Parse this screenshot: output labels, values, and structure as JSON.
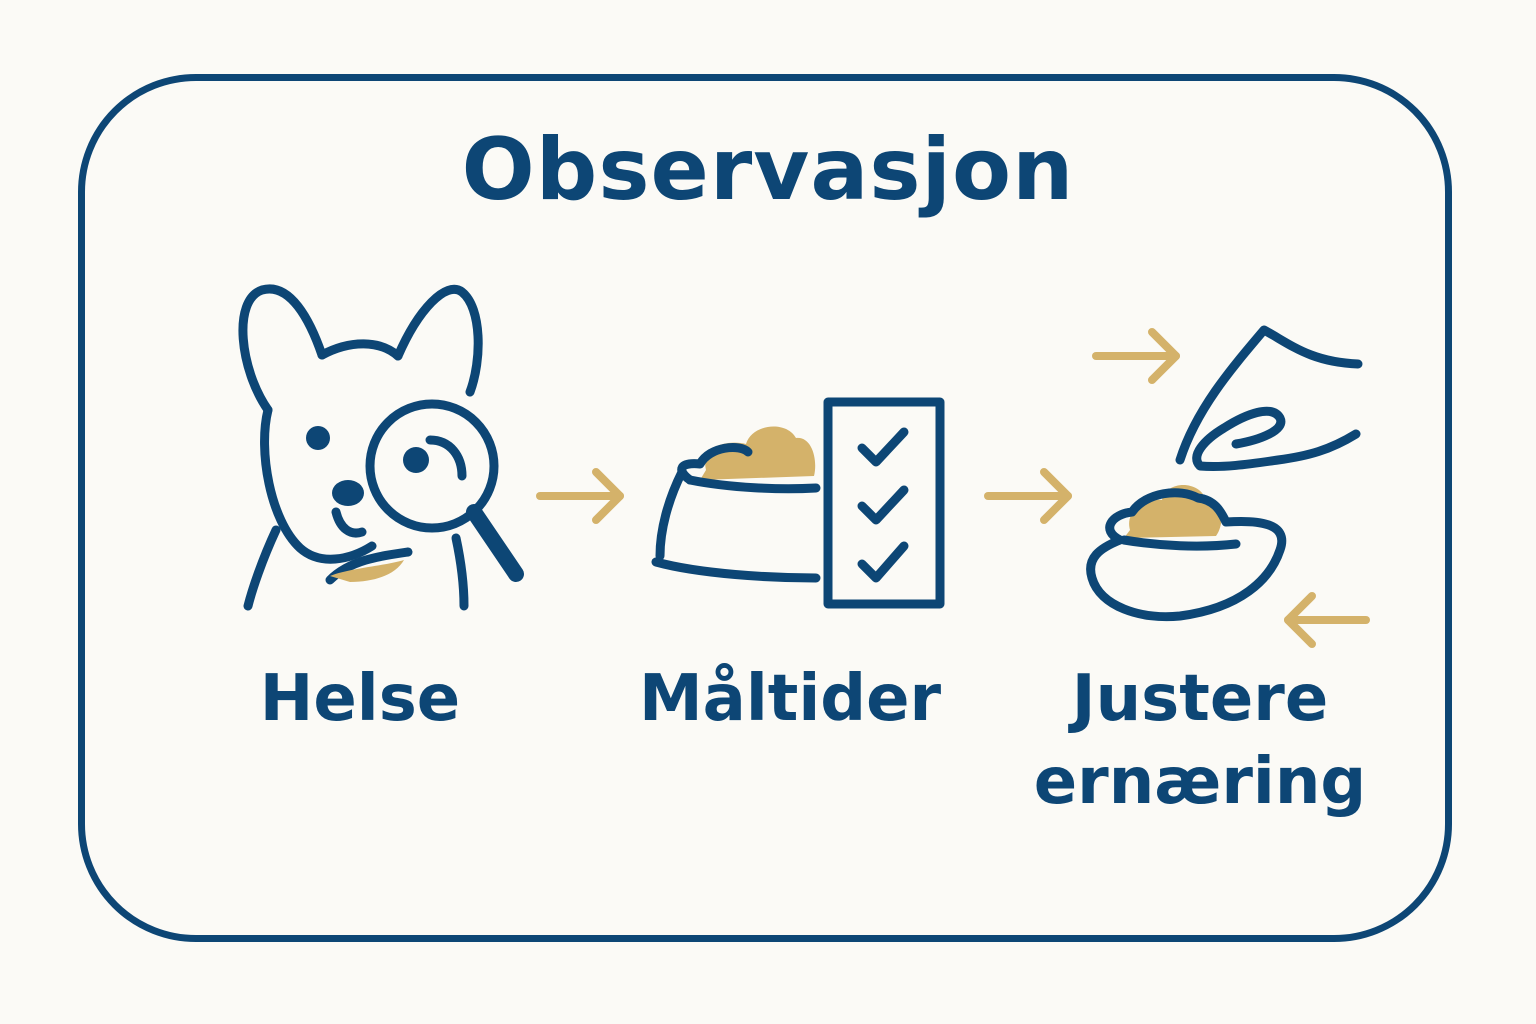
{
  "title": "Observasjon",
  "steps": [
    {
      "label": "Helse",
      "icon": "dog-magnifier-icon"
    },
    {
      "label": "Måltider",
      "icon": "bowl-checklist-icon"
    },
    {
      "label_line1": "Justere",
      "label_line2": "ernæring",
      "icon": "hand-feeding-bowl-icon"
    }
  ],
  "colors": {
    "primary": "#0d4675",
    "accent": "#d4b26a",
    "background": "#fbfaf6"
  }
}
